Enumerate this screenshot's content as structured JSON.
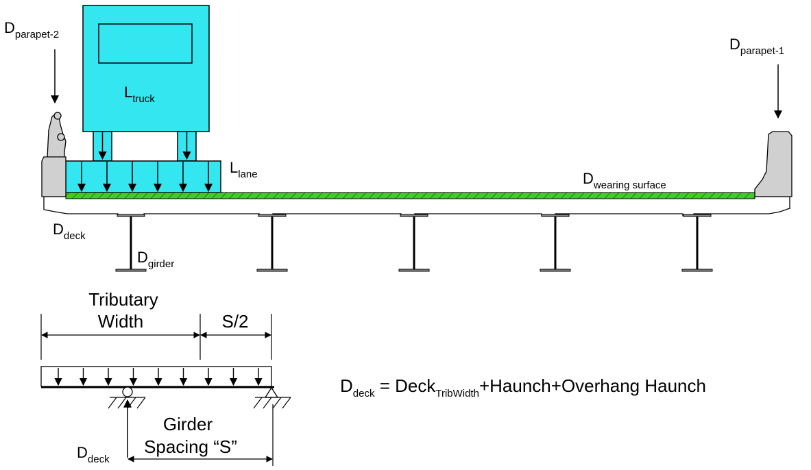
{
  "labels": {
    "parapet2": {
      "main": "D",
      "sub": "parapet-2"
    },
    "parapet1": {
      "main": "D",
      "sub": "parapet-1"
    },
    "truck": {
      "main": "L",
      "sub": "truck"
    },
    "lane": {
      "main": "L",
      "sub": "lane"
    },
    "wearing": {
      "main": "D",
      "sub": "wearing surface"
    },
    "deck": {
      "main": "D",
      "sub": "deck"
    },
    "girder": {
      "main": "D",
      "sub": "girder"
    }
  },
  "trib": {
    "line1": "Tributary",
    "line2": "Width",
    "half": "S/2",
    "girder_line1": "Girder",
    "girder_line2": "Spacing “S”",
    "reaction": {
      "main": "D",
      "sub": "deck"
    }
  },
  "formula": {
    "lhs_main": "D",
    "lhs_sub": "deck",
    "eq": " = Deck",
    "trib_sub": "TribWidth",
    "rest": "+Haunch+Overhang Haunch"
  },
  "colors": {
    "truck": "#33e6f0",
    "wearing_surface": "#44cc22",
    "parapet": "#d0d0d0",
    "outline": "#000000"
  }
}
